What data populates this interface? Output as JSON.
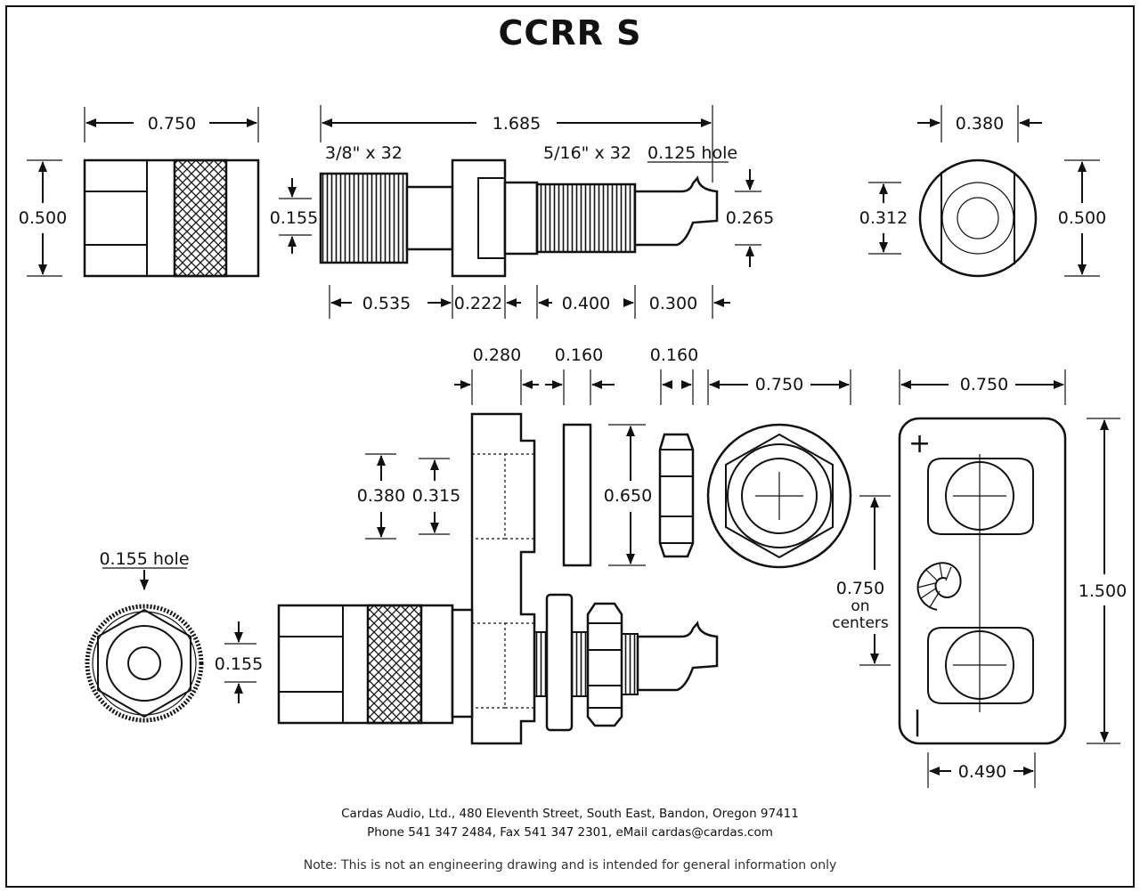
{
  "title": "CCRR S",
  "dimensions": {
    "top_body_width": "0.750",
    "top_body_height": "0.500",
    "overall_length": "1.685",
    "thread_large": "3/8\" x 32",
    "thread_small": "5/16\" x 32",
    "hole_small": "0.125 hole",
    "pin_dia": "0.155",
    "tail_height": "0.265",
    "seg_1": "0.535",
    "seg_2": "0.222",
    "seg_3": "0.400",
    "seg_4": "0.300",
    "end_inner": "0.380",
    "end_height_inner": "0.312",
    "end_height_outer": "0.500",
    "block_width": "0.280",
    "washer_width": "0.160",
    "nut_width": "0.160",
    "hex_width": "0.750",
    "plate_width": "0.750",
    "block_step_outer": "0.380",
    "block_step_inner": "0.315",
    "washer_height": "0.650",
    "hole_large": "0.155 hole",
    "front_pin_dia": "0.155",
    "centers_value": "0.750",
    "centers_word1": "on",
    "centers_word2": "centers",
    "plate_height": "1.500",
    "plate_hole_spacing": "0.490",
    "plus_sign": "+",
    "minus_sign": "|"
  },
  "footer": {
    "address": "Cardas Audio, Ltd., 480 Eleventh Street, South East, Bandon, Oregon 97411",
    "contact": "Phone 541 347 2484, Fax 541 347 2301, eMail cardas@cardas.com",
    "note": "Note:  This is not an engineering drawing and is intended for general information only"
  }
}
